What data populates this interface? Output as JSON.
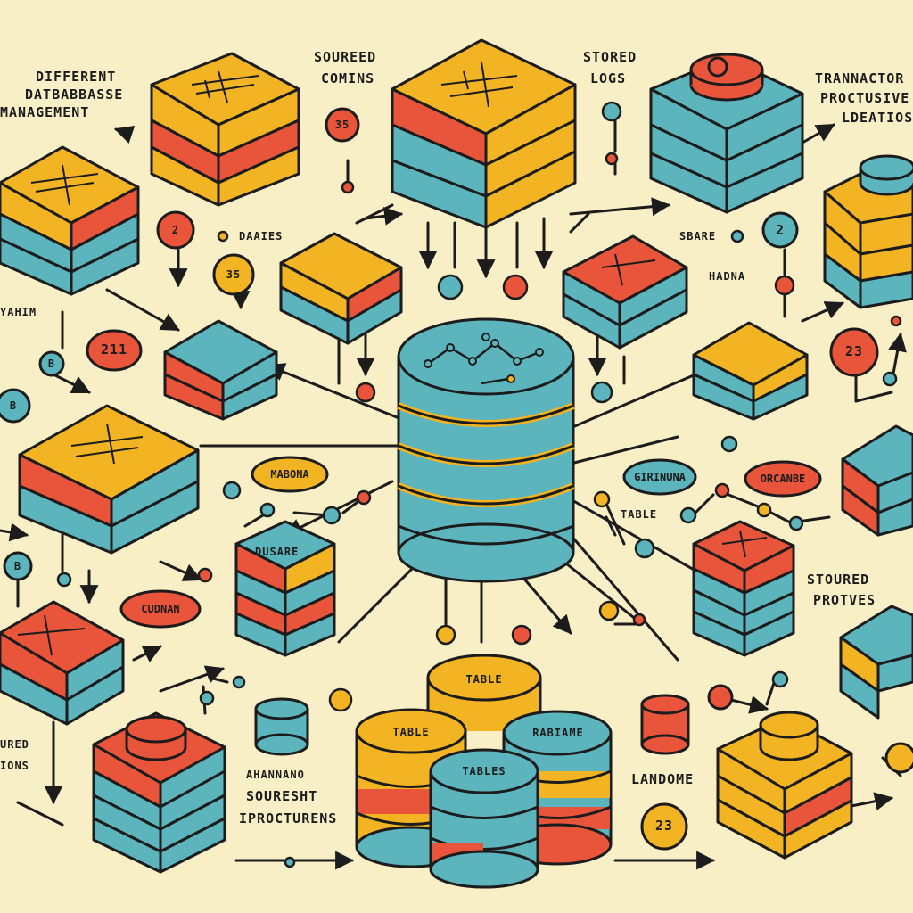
{
  "labels": {
    "different_db": "DIFFERENT",
    "datbabbasse": "DATBABBASSE",
    "management": "MANAGEMENT",
    "soureed": "SOUREED",
    "comins": "COMINS",
    "stored": "STORED",
    "logs": "LOGS",
    "trannactor": "TRANNACTOR",
    "proctusive": "PROCTUSIVE",
    "ldeatios": "LDEATIOS",
    "daaies": "DAAIES",
    "sbare": "SBARE",
    "hadna": "HADNA",
    "yahim": "YAHIM",
    "table_right": "TABLE",
    "stoured": "STOURED",
    "protves": "PROTVES",
    "ured": "URED",
    "ions": "IONS",
    "ahannano": "AHANNANO",
    "souresht": "SOURESHT",
    "iprocturens": "IPROCTURENS",
    "landome": "LANDOME",
    "dusare": "DUSARE",
    "table_top": "TABLE",
    "table_left": "TABLE",
    "rabiame": "RABIAME",
    "tables": "TABLES"
  },
  "badges": {
    "b1": "35",
    "b2": "2",
    "b3": "35",
    "b4": "211",
    "b5": "B",
    "b6": "B",
    "b7": "2",
    "b8": "23",
    "b9": "23",
    "b10": "B"
  },
  "pills": {
    "mabona": "MABONA",
    "girinuna": "GIRINUNA",
    "orcanbe": "ORCANBE",
    "cudnan": "CUDNAN"
  },
  "colors": {
    "background": "#f9efc6",
    "yellow": "#f2b422",
    "red": "#e8553b",
    "teal": "#5cb5bd",
    "outline": "#1c1c1c"
  }
}
